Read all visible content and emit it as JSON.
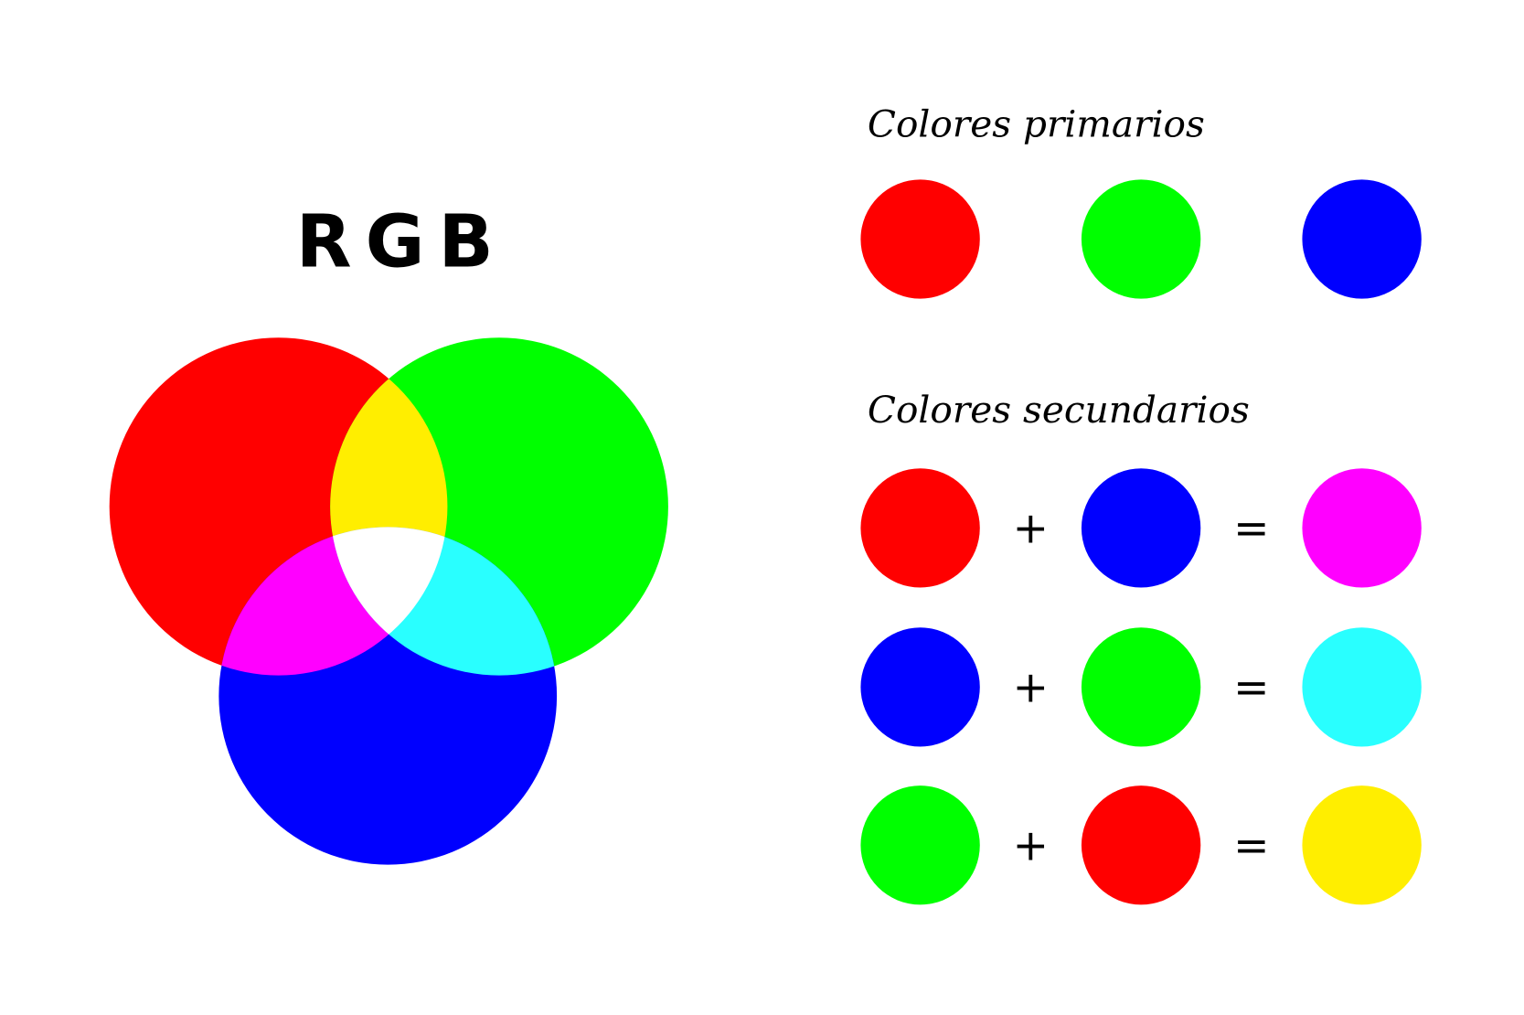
{
  "heading": "RGB",
  "colors": {
    "red": "#ff0000",
    "green": "#00ff00",
    "blue": "#0000ff",
    "yellow": "#ffee00",
    "magenta": "#ff00ff",
    "cyan": "#29ffff",
    "white": "#ffffff"
  },
  "primaries": {
    "title": "Colores primarios",
    "swatches": [
      "red",
      "green",
      "blue"
    ]
  },
  "secondaries": {
    "title": "Colores secundarios",
    "plus": "+",
    "equals": "=",
    "equations": [
      {
        "a": "red",
        "b": "blue",
        "result": "magenta"
      },
      {
        "a": "blue",
        "b": "green",
        "result": "cyan"
      },
      {
        "a": "green",
        "b": "red",
        "result": "yellow"
      }
    ]
  }
}
